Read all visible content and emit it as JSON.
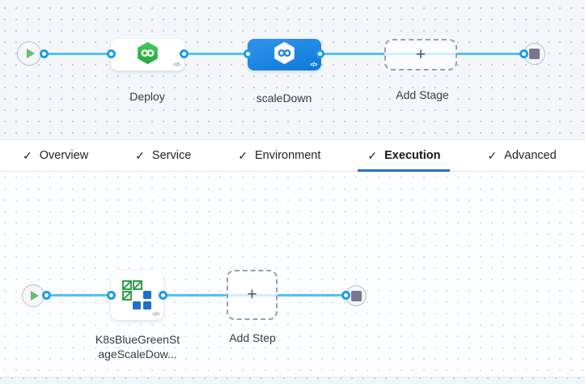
{
  "glyphs": {
    "check": "✓",
    "plus": "+",
    "code": "</>"
  },
  "colors": {
    "connector_blue": "#54c3ee",
    "endpoint_ring_blue": "#1e9be9",
    "selected_stage_blue": "#1a85e8",
    "cd_icon_green": "#2fb24a",
    "bluegreen_icon_green": "#2e9e49",
    "bluegreen_icon_blue": "#1f6fd0",
    "active_tab_underline": "#2470cb",
    "play_triangle_green": "#66bd6b",
    "stop_square_grey": "#75778e"
  },
  "stage_pipeline": {
    "stages": [
      {
        "label": "Deploy",
        "icon": "cd-hexagon-icon",
        "selected": false
      },
      {
        "label": "scaleDown",
        "icon": "cd-hexagon-icon",
        "selected": true
      }
    ],
    "add_stage_label": "Add Stage"
  },
  "tabs": [
    {
      "label": "Overview",
      "checked": true,
      "active": false
    },
    {
      "label": "Service",
      "checked": true,
      "active": false
    },
    {
      "label": "Environment",
      "checked": true,
      "active": false
    },
    {
      "label": "Execution",
      "checked": true,
      "active": true
    },
    {
      "label": "Advanced",
      "checked": true,
      "active": false
    }
  ],
  "execution_graph": {
    "step_icon": "k8s-blue-green-icon",
    "step_label_line1": "K8sBlueGreenSt",
    "step_label_line2": "ageScaleDow...",
    "add_step_label": "Add Step"
  }
}
